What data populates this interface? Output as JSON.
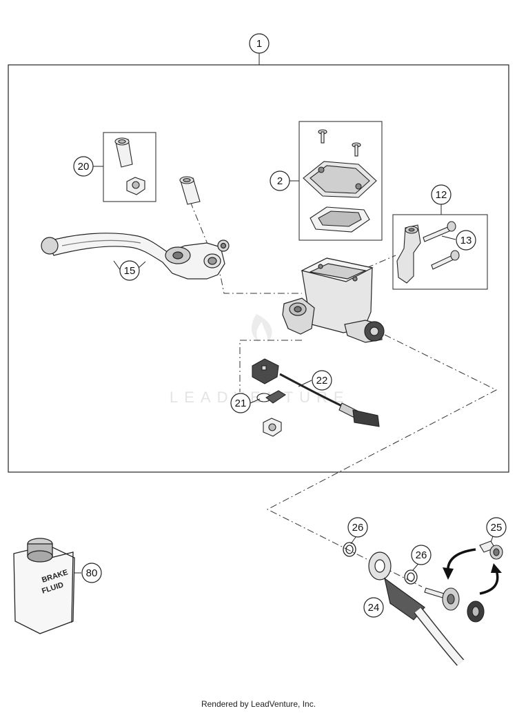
{
  "callouts": {
    "c1": "1",
    "c2": "2",
    "c12": "12",
    "c13": "13",
    "c15": "15",
    "c20": "20",
    "c21": "21",
    "c22": "22",
    "c24": "24",
    "c25": "25",
    "c26a": "26",
    "c26b": "26",
    "c80": "80"
  },
  "bottle_label": {
    "line1": "BRAKE",
    "line2": "FLUID"
  },
  "watermark": "LEADVENTURE",
  "footer": "Rendered by LeadVenture, Inc."
}
